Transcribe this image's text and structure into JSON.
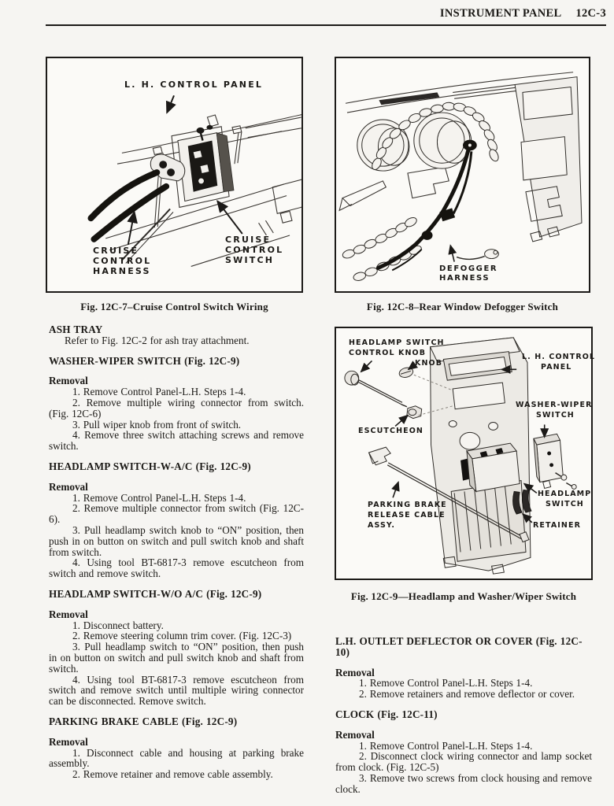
{
  "header": {
    "title": "INSTRUMENT PANEL",
    "page_number": "12C-3"
  },
  "figures": {
    "fig7": {
      "caption": "Fig. 12C-7–Cruise Control Switch Wiring",
      "labels": {
        "panel": "L. H. CONTROL PANEL",
        "harness": [
          "CRUISE",
          "CONTROL",
          "HARNESS"
        ],
        "switch": [
          "CRUISE",
          "CONTROL",
          "SWITCH"
        ]
      }
    },
    "fig8": {
      "caption": "Fig. 12C-8–Rear Window Defogger Switch",
      "labels": {
        "harness": [
          "DEFOGGER",
          "HARNESS"
        ]
      }
    },
    "fig9": {
      "caption": "Fig. 12C-9—Headlamp and Washer/Wiper Switch",
      "labels": {
        "control_knob": [
          "HEADLAMP SWITCH",
          "CONTROL KNOB"
        ],
        "knob": "KNOB",
        "panel": [
          "L. H.  CONTROL",
          "PANEL"
        ],
        "escutcheon": "ESCUTCHEON",
        "washer_wiper": [
          "WASHER-WIPER",
          "SWITCH"
        ],
        "headlamp_switch": [
          "HEADLAMP",
          "SWITCH"
        ],
        "retainer": "RETAINER",
        "parking_brake": [
          "PARKING BRAKE",
          "RELEASE CABLE",
          "ASSY."
        ]
      }
    }
  },
  "sections": {
    "left": {
      "ash_tray": {
        "heading": "ASH TRAY",
        "intro": "Refer to Fig. 12C-2 for ash tray attachment."
      },
      "washer_wiper": {
        "heading": "WASHER-WIPER SWITCH (Fig. 12C-9)",
        "removal": "Removal",
        "steps": [
          "1. Remove Control Panel-L.H. Steps 1-4.",
          "2. Remove multiple wiring connector from switch. (Fig. 12C-6)",
          "3. Pull wiper knob from front of switch.",
          "4. Remove three switch attaching screws and remove switch."
        ]
      },
      "headlamp_w_ac": {
        "heading": "HEADLAMP SWITCH-W-A/C (Fig. 12C-9)",
        "removal": "Removal",
        "steps": [
          "1. Remove Control Panel-L.H. Steps 1-4.",
          "2. Remove multiple connector from switch (Fig. 12C-6).",
          "3. Pull headlamp switch knob to “ON” position, then push in on button on switch and pull switch knob and shaft from switch.",
          "4. Using tool BT-6817-3 remove escutcheon from switch and remove switch."
        ]
      },
      "headlamp_wo_ac": {
        "heading": "HEADLAMP SWITCH-W/O A/C (Fig. 12C-9)",
        "removal": "Removal",
        "steps": [
          "1. Disconnect battery.",
          "2. Remove steering column trim cover. (Fig. 12C-3)",
          "3. Pull headlamp switch to “ON” position, then push in on button on switch and pull switch knob and shaft from switch.",
          "4. Using tool BT-6817-3 remove escutcheon from switch and remove switch until multiple wiring connector can be disconnected. Remove switch."
        ]
      },
      "parking_brake": {
        "heading": "PARKING BRAKE CABLE (Fig. 12C-9)",
        "removal": "Removal",
        "steps": [
          "1. Disconnect cable and housing at parking brake assembly.",
          "2. Remove retainer and remove cable assembly."
        ]
      }
    },
    "right": {
      "outlet": {
        "heading": "L.H. OUTLET DEFLECTOR OR COVER (Fig. 12C-10)",
        "removal": "Removal",
        "steps": [
          "1. Remove Control Panel-L.H. Steps 1-4.",
          "2. Remove retainers and remove deflector or cover."
        ]
      },
      "clock": {
        "heading": "CLOCK (Fig. 12C-11)",
        "removal": "Removal",
        "steps": [
          "1. Remove Control Panel-L.H. Steps 1-4.",
          "2. Disconnect clock wiring connector and lamp socket from clock. (Fig. 12C-5)",
          "3. Remove two screws from clock housing and remove clock."
        ]
      }
    }
  }
}
